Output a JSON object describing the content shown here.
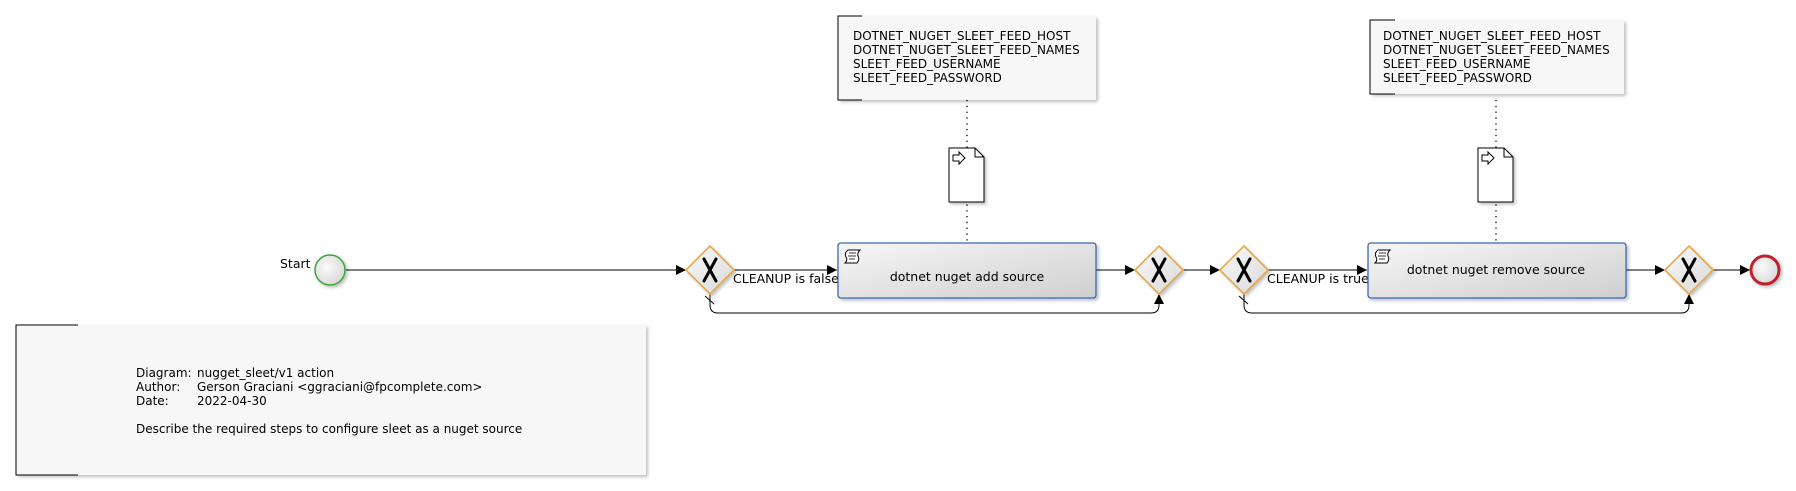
{
  "start_event": {
    "label": "Start"
  },
  "gateway_split_1": {
    "condition": "CLEANUP is false"
  },
  "gateway_split_2": {
    "condition": "CLEANUP is true"
  },
  "task_add": {
    "label": "dotnet nuget add source"
  },
  "task_remove": {
    "label": "dotnet nuget remove source"
  },
  "annotation_add": {
    "lines": [
      "DOTNET_NUGET_SLEET_FEED_HOST",
      "DOTNET_NUGET_SLEET_FEED_NAMES",
      "SLEET_FEED_USERNAME",
      "SLEET_FEED_PASSWORD"
    ]
  },
  "annotation_remove": {
    "lines": [
      "DOTNET_NUGET_SLEET_FEED_HOST",
      "DOTNET_NUGET_SLEET_FEED_NAMES",
      "SLEET_FEED_USERNAME",
      "SLEET_FEED_PASSWORD"
    ]
  },
  "info": {
    "diagram_label": "Diagram:",
    "diagram_value": "nugget_sleet/v1 action",
    "author_label": "Author:",
    "author_value": "Gerson Graciani <ggraciani@fpcomplete.com>",
    "date_label": "Date:",
    "date_value": "2022-04-30",
    "description": "Describe the required steps to configure sleet as a nuget source"
  },
  "colors": {
    "start_stroke": "#3aa53a",
    "end_stroke": "#c0202a",
    "gateway_stroke": "#e8a33a",
    "task_stroke": "#3b67b5",
    "annotation_fill": "#f7f7f7"
  }
}
